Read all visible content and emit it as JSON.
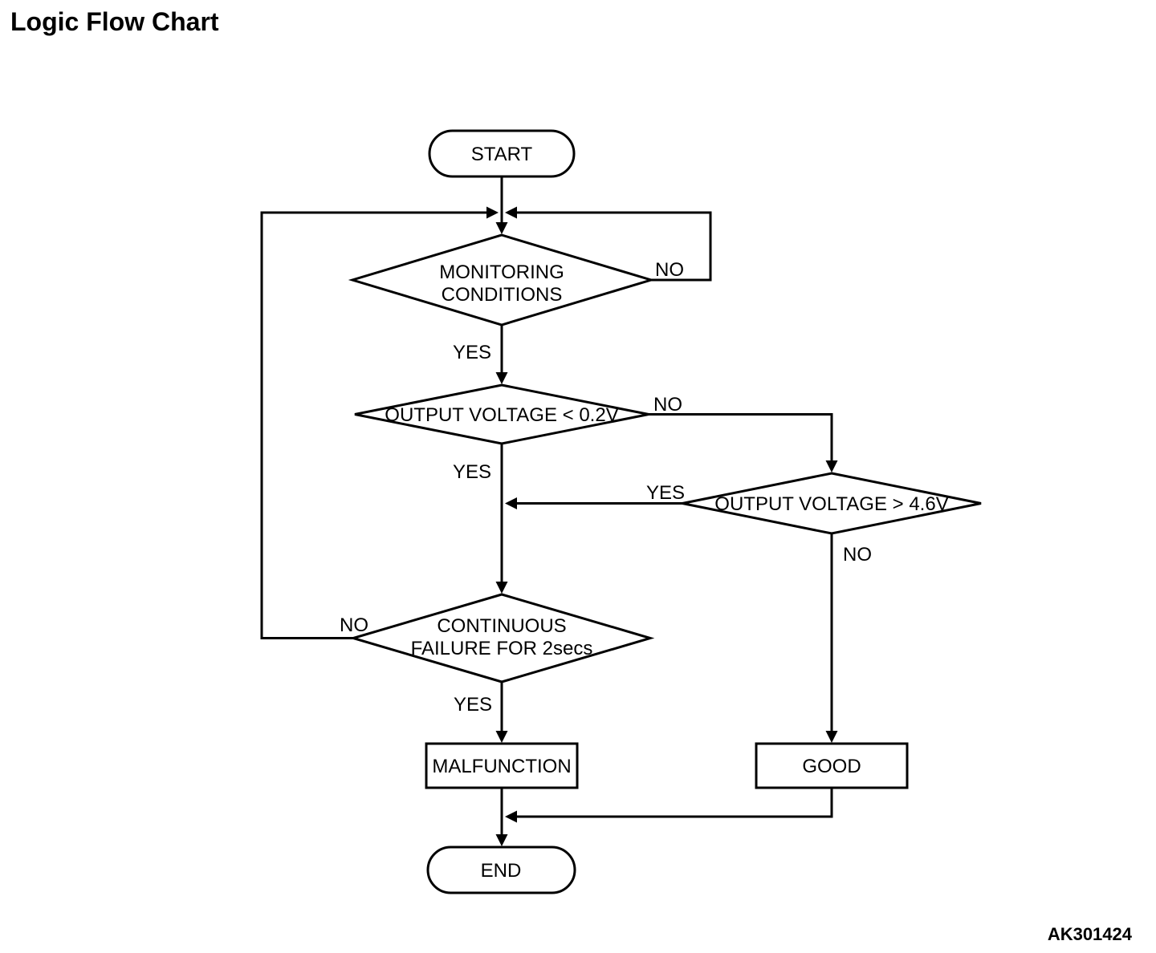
{
  "page": {
    "title": "Logic Flow Chart",
    "figure_code": "AK301424"
  },
  "flowchart": {
    "type": "flowchart",
    "nodes": {
      "start": {
        "shape": "terminator",
        "label": "START"
      },
      "monitoring": {
        "shape": "decision",
        "label": "MONITORING CONDITIONS",
        "line1": "MONITORING",
        "line2": "CONDITIONS"
      },
      "output_low": {
        "shape": "decision",
        "label": "OUTPUT VOLTAGE < 0.2V"
      },
      "output_high": {
        "shape": "decision",
        "label": "OUTPUT VOLTAGE > 4.6V"
      },
      "continuous": {
        "shape": "decision",
        "label": "CONTINUOUS FAILURE FOR 2secs",
        "line1": "CONTINUOUS",
        "line2": "FAILURE FOR 2secs"
      },
      "malfunction": {
        "shape": "process",
        "label": "MALFUNCTION"
      },
      "good": {
        "shape": "process",
        "label": "GOOD"
      },
      "end": {
        "shape": "terminator",
        "label": "END"
      }
    },
    "edges": {
      "monitoring_yes": {
        "from": "monitoring",
        "to": "output_low",
        "label": "YES"
      },
      "monitoring_no": {
        "from": "monitoring",
        "to": "loop_top",
        "label": "NO"
      },
      "output_low_yes": {
        "from": "output_low",
        "to": "continuous",
        "label": "YES"
      },
      "output_low_no": {
        "from": "output_low",
        "to": "output_high",
        "label": "NO"
      },
      "output_high_yes": {
        "from": "output_high",
        "to": "main_line",
        "label": "YES"
      },
      "output_high_no": {
        "from": "output_high",
        "to": "good",
        "label": "NO"
      },
      "continuous_yes": {
        "from": "continuous",
        "to": "malfunction",
        "label": "YES"
      },
      "continuous_no": {
        "from": "continuous",
        "to": "loop_top",
        "label": "NO"
      }
    }
  }
}
